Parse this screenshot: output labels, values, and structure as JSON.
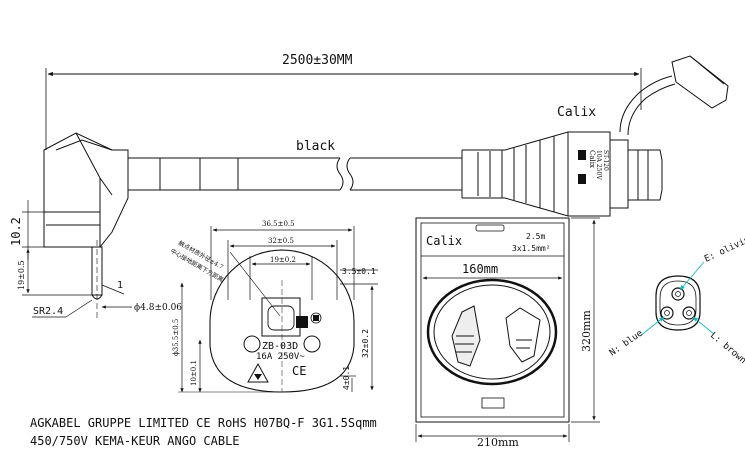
{
  "overall_length": "2500±30MM",
  "cable_color": "black",
  "brand": "Calix",
  "connector_marks": {
    "line1": "Calix",
    "line2": "10A 250V",
    "line3": "ST-120"
  },
  "plug_dims": {
    "height": "10.2",
    "left_dim": "19±0.5",
    "radius": "SR2.4",
    "callout": "1",
    "pin_dia": "ϕ4.8±0.06"
  },
  "face_dims": {
    "width_outer": "36.5±0.5",
    "width_mid": "32±0.5",
    "width_inner": "19±0.2",
    "right_top": "3.5±0.1",
    "right_mid": "32±0.2",
    "right_low": "4±0.1",
    "left_a": "ϕ35.5±0.5",
    "left_b": "10±0.1",
    "chinese_note_1": "触点材质外径±4.7",
    "chinese_note_2": "中心接地距离下方距离",
    "model": "ZB-03D",
    "rating": "16A 250V~",
    "cert": "CE"
  },
  "package": {
    "brand": "Calix",
    "length": "2.5m",
    "spec": "3x1.5mm²",
    "inner_width": "160mm",
    "height": "320mm",
    "width": "210mm"
  },
  "socket": {
    "earth": "E: olivine",
    "neutral": "N: blue",
    "live": "L: brown"
  },
  "footer": {
    "line1": "AGKABEL GRUPPE LIMITED CE RoHS H07BQ-F 3G1.5Sqmm",
    "line2": "450/750V KEMA-KEUR ANGO CABLE"
  }
}
